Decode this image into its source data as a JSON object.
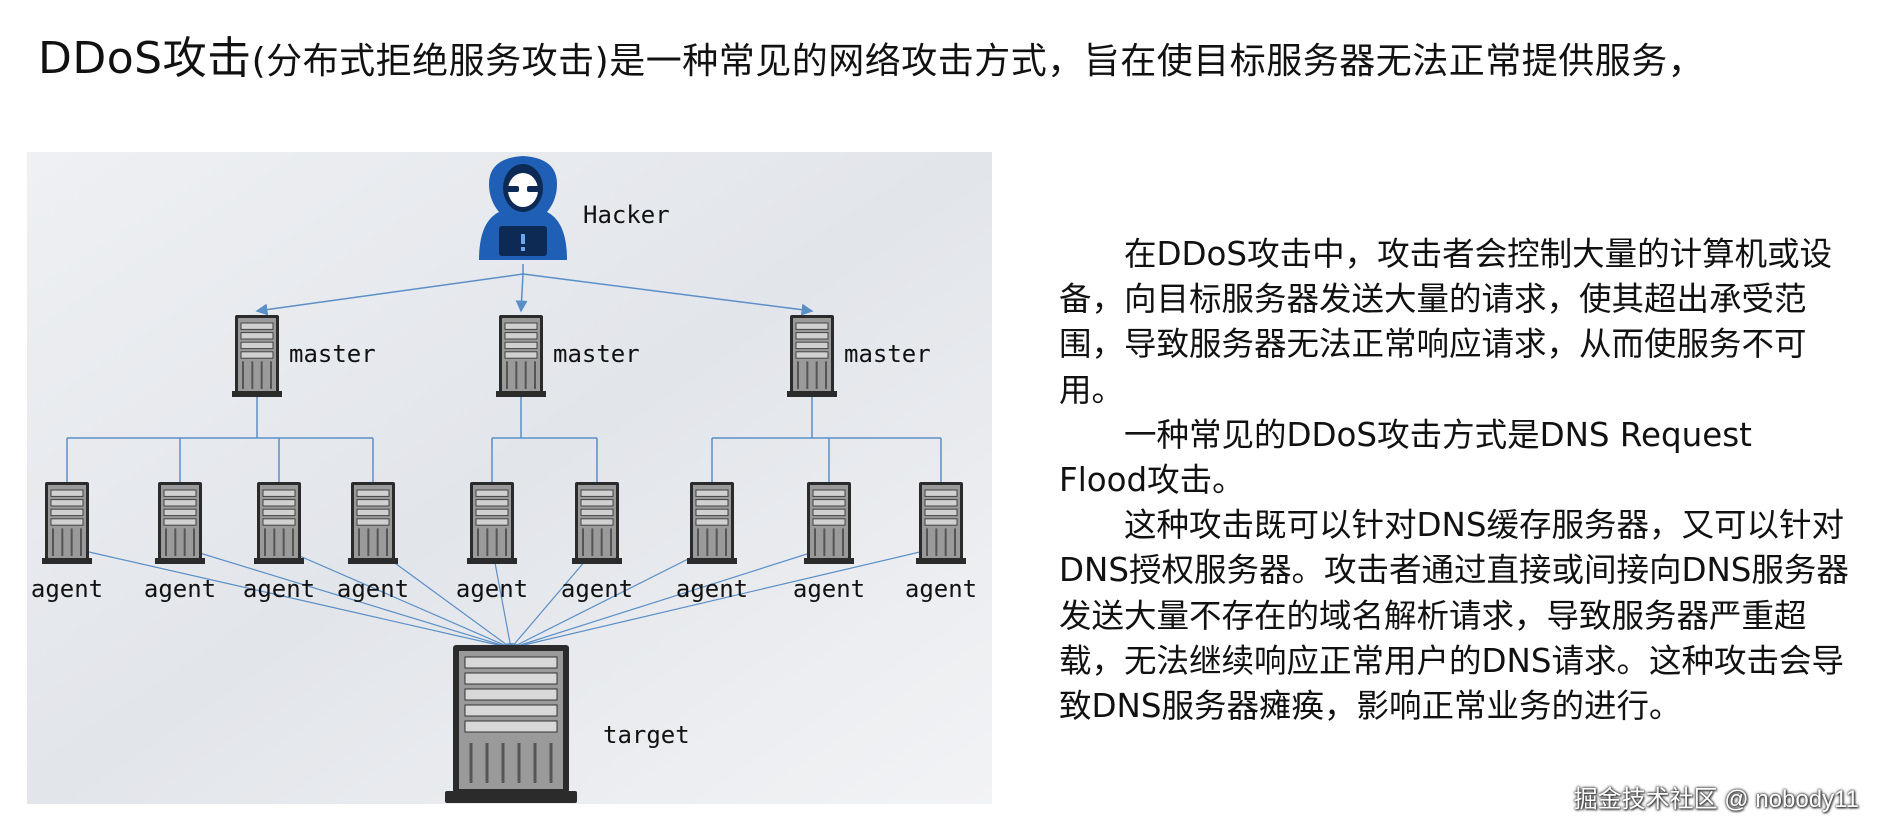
{
  "title": {
    "term": "DDoS攻击",
    "rest": "(分布式拒绝服务攻击)是一种常见的网络攻击方式，旨在使目标服务器无法正常提供服务，"
  },
  "diagram": {
    "hacker_label": "Hacker",
    "master_label": "master",
    "agent_label": "agent",
    "target_label": "target",
    "master_count": 3,
    "agent_count": 9,
    "colors": {
      "background": "#e8eaee",
      "line": "#5b8fc7",
      "hacker": "#1f5fb5",
      "server_body": "#9a9a9a",
      "server_dark": "#2b2b2b"
    }
  },
  "paragraphs": [
    "在DDoS攻击中，攻击者会控制大量的计算机或设备，向目标服务器发送大量的请求，使其超出承受范围，导致服务器无法正常响应请求，从而使服务不可用。",
    "一种常见的DDoS攻击方式是DNS Request Flood攻击。",
    "这种攻击既可以针对DNS缓存服务器，又可以针对DNS授权服务器。攻击者通过直接或间接向DNS服务器发送大量不存在的域名解析请求，导致服务器严重超载，无法继续响应正常用户的DNS请求。这种攻击会导致DNS服务器瘫痪，影响正常业务的进行。"
  ],
  "watermark": "掘金技术社区 @ nobody11"
}
